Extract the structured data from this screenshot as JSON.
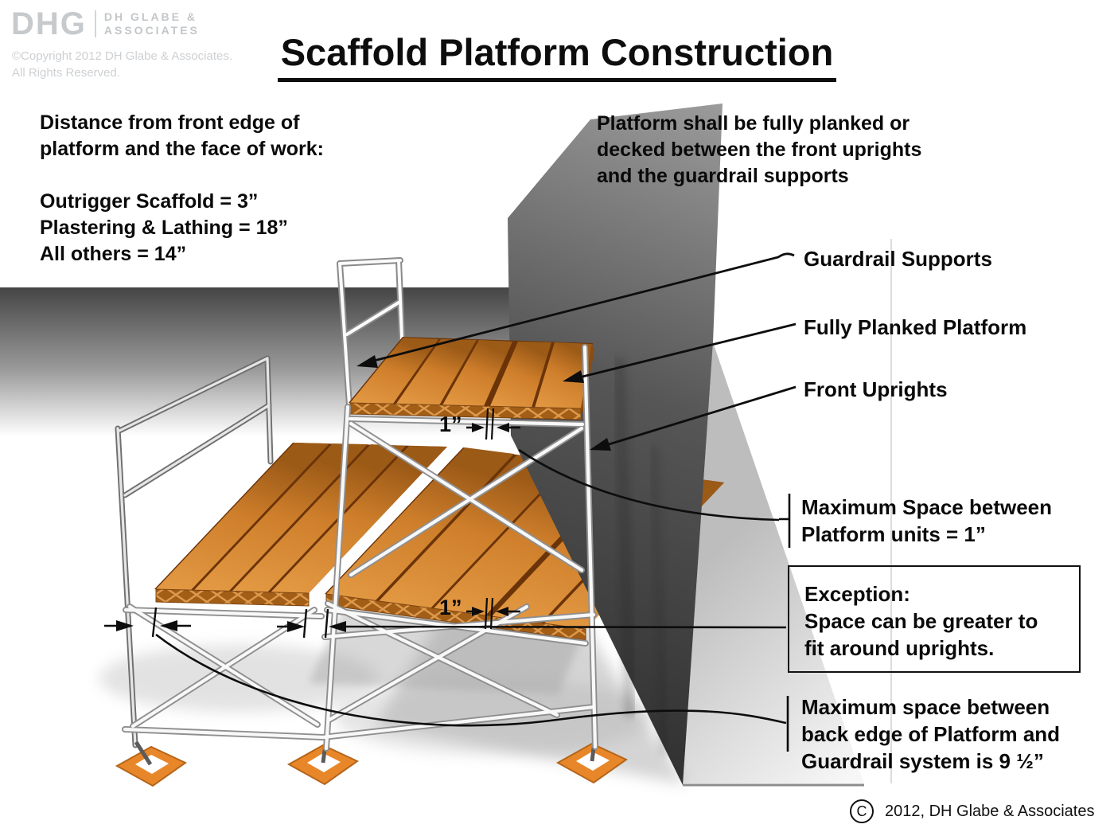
{
  "page": {
    "title": "Scaffold Platform Construction"
  },
  "logo": {
    "monogram": "DHG",
    "name_line1": "DH GLABE &",
    "name_line2": "ASSOCIATES",
    "copyright_line1": "©Copyright 2012 DH Glabe & Associates.",
    "copyright_line2": "All Rights Reserved."
  },
  "left_block": {
    "intro_line1": "Distance from front edge of",
    "intro_line2": "platform and the face of work:",
    "rule1": "Outrigger Scaffold = 3”",
    "rule2": "Plastering & Lathing = 18”",
    "rule3": "All others = 14”"
  },
  "right_block": {
    "line1": "Platform shall be fully planked or",
    "line2": "decked between the front uprights",
    "line3": "and the guardrail supports"
  },
  "callouts": {
    "guardrail_supports": "Guardrail Supports",
    "fully_planked_platform": "Fully Planked Platform",
    "front_uprights": "Front Uprights",
    "max_space_line1": "Maximum Space between",
    "max_space_line2": "Platform units = 1”",
    "exception_line1": "Exception:",
    "exception_line2": "Space can be greater to",
    "exception_line3": "fit around uprights.",
    "back_edge_line1": "Maximum space between",
    "back_edge_line2": "back edge of Platform and",
    "back_edge_line3": "Guardrail system is 9 ½”"
  },
  "dimensions": {
    "upper_gap": "1”",
    "lower_gap": "1”"
  },
  "footer": {
    "copyright_symbol": "C",
    "copyright_text": "2012, DH Glabe & Associates"
  },
  "colors": {
    "plank_orange": "#d4832f",
    "plank_dark": "#6b3408",
    "wall_gray": "#5a5a5a",
    "annotation_black": "#0d0d0d",
    "base_plate_orange": "#e8872a"
  }
}
